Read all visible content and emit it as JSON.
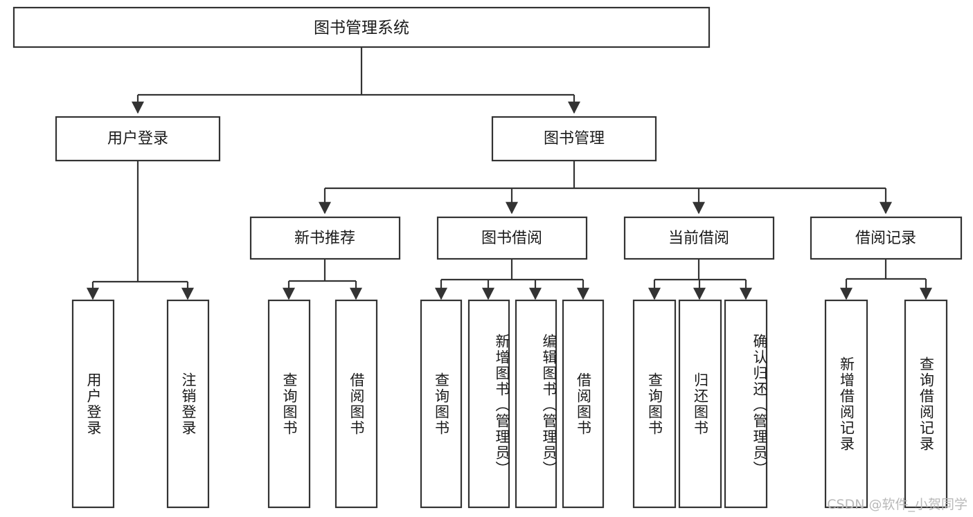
{
  "diagram": {
    "type": "tree",
    "title": "图书管理系统",
    "root": {
      "label": "图书管理系统"
    },
    "level2": [
      {
        "label": "用户登录"
      },
      {
        "label": "图书管理"
      }
    ],
    "level3": [
      {
        "label": "新书推荐"
      },
      {
        "label": "图书借阅"
      },
      {
        "label": "当前借阅"
      },
      {
        "label": "借阅记录"
      }
    ],
    "leaves": [
      {
        "label": "用户登录",
        "parent": "用户登录"
      },
      {
        "label": "注销登录",
        "parent": "用户登录"
      },
      {
        "label": "查询图书",
        "parent": "新书推荐"
      },
      {
        "label": "借阅图书",
        "parent": "新书推荐"
      },
      {
        "label": "查询图书",
        "parent": "图书借阅"
      },
      {
        "label": "新增图书（管理员）",
        "parent": "图书借阅"
      },
      {
        "label": "编辑图书（管理员）",
        "parent": "图书借阅"
      },
      {
        "label": "借阅图书",
        "parent": "图书借阅"
      },
      {
        "label": "查询图书",
        "parent": "当前借阅"
      },
      {
        "label": "归还图书",
        "parent": "当前借阅"
      },
      {
        "label": "确认归还（管理员）",
        "parent": "当前借阅"
      },
      {
        "label": "新增借阅记录",
        "parent": "借阅记录"
      },
      {
        "label": "查询借阅记录",
        "parent": "借阅记录"
      }
    ]
  },
  "watermark": {
    "text": "CSDN @软件_小贺同学"
  },
  "colors": {
    "stroke": "#333333",
    "fill": "#ffffff",
    "text": "#1a1a1a",
    "watermark": "#b9b9b9"
  }
}
